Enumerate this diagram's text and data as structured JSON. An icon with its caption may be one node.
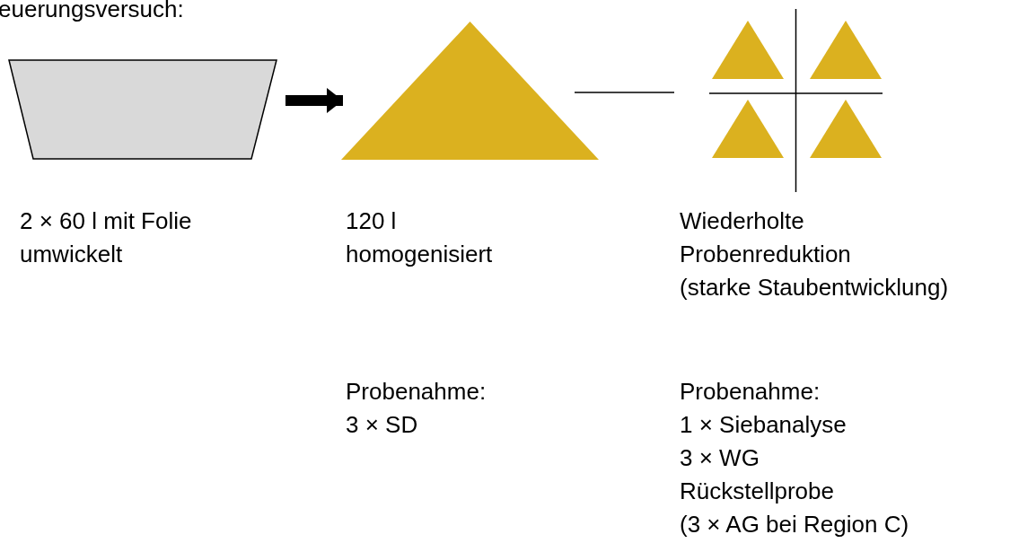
{
  "diagram": {
    "nodes": [
      {
        "text": [],
        "shape": "trapezoid",
        "beside": [
          "2 × 60 l mit Folie",
          "umwickelt"
        ]
      },
      {
        "text": [],
        "shape": "triangle",
        "beside": [
          "120 l",
          "homogenisiert",
          "Probenahme:",
          "3 × SD"
        ]
      },
      {
        "text": [],
        "shape": "cross",
        "beside": [
          "Wiederholte",
          "Probenreduktion",
          "(starke Staubentwicklung)",
          "Probenahme:",
          "1 × Siebanalyse",
          "3 × WG",
          "Rückstellprobe",
          "(3 × AG bei Region C)"
        ]
      },
      {
        "text": [],
        "shape": "triangle",
        "in": 2
      },
      {
        "text": [],
        "shape": "triangle",
        "in": 2
      },
      {
        "text": [],
        "shape": "triangle",
        "in": 2
      },
      {
        "text": [],
        "shape": "triangle",
        "in": 2
      }
    ],
    "edges": [
      {
        "from": 0,
        "to": 1,
        "arrow": "to",
        "style": "thick"
      },
      {
        "from": 1,
        "to": 2,
        "arrow": "none"
      }
    ],
    "labels": [
      "euerungsversuch:"
    ]
  }
}
